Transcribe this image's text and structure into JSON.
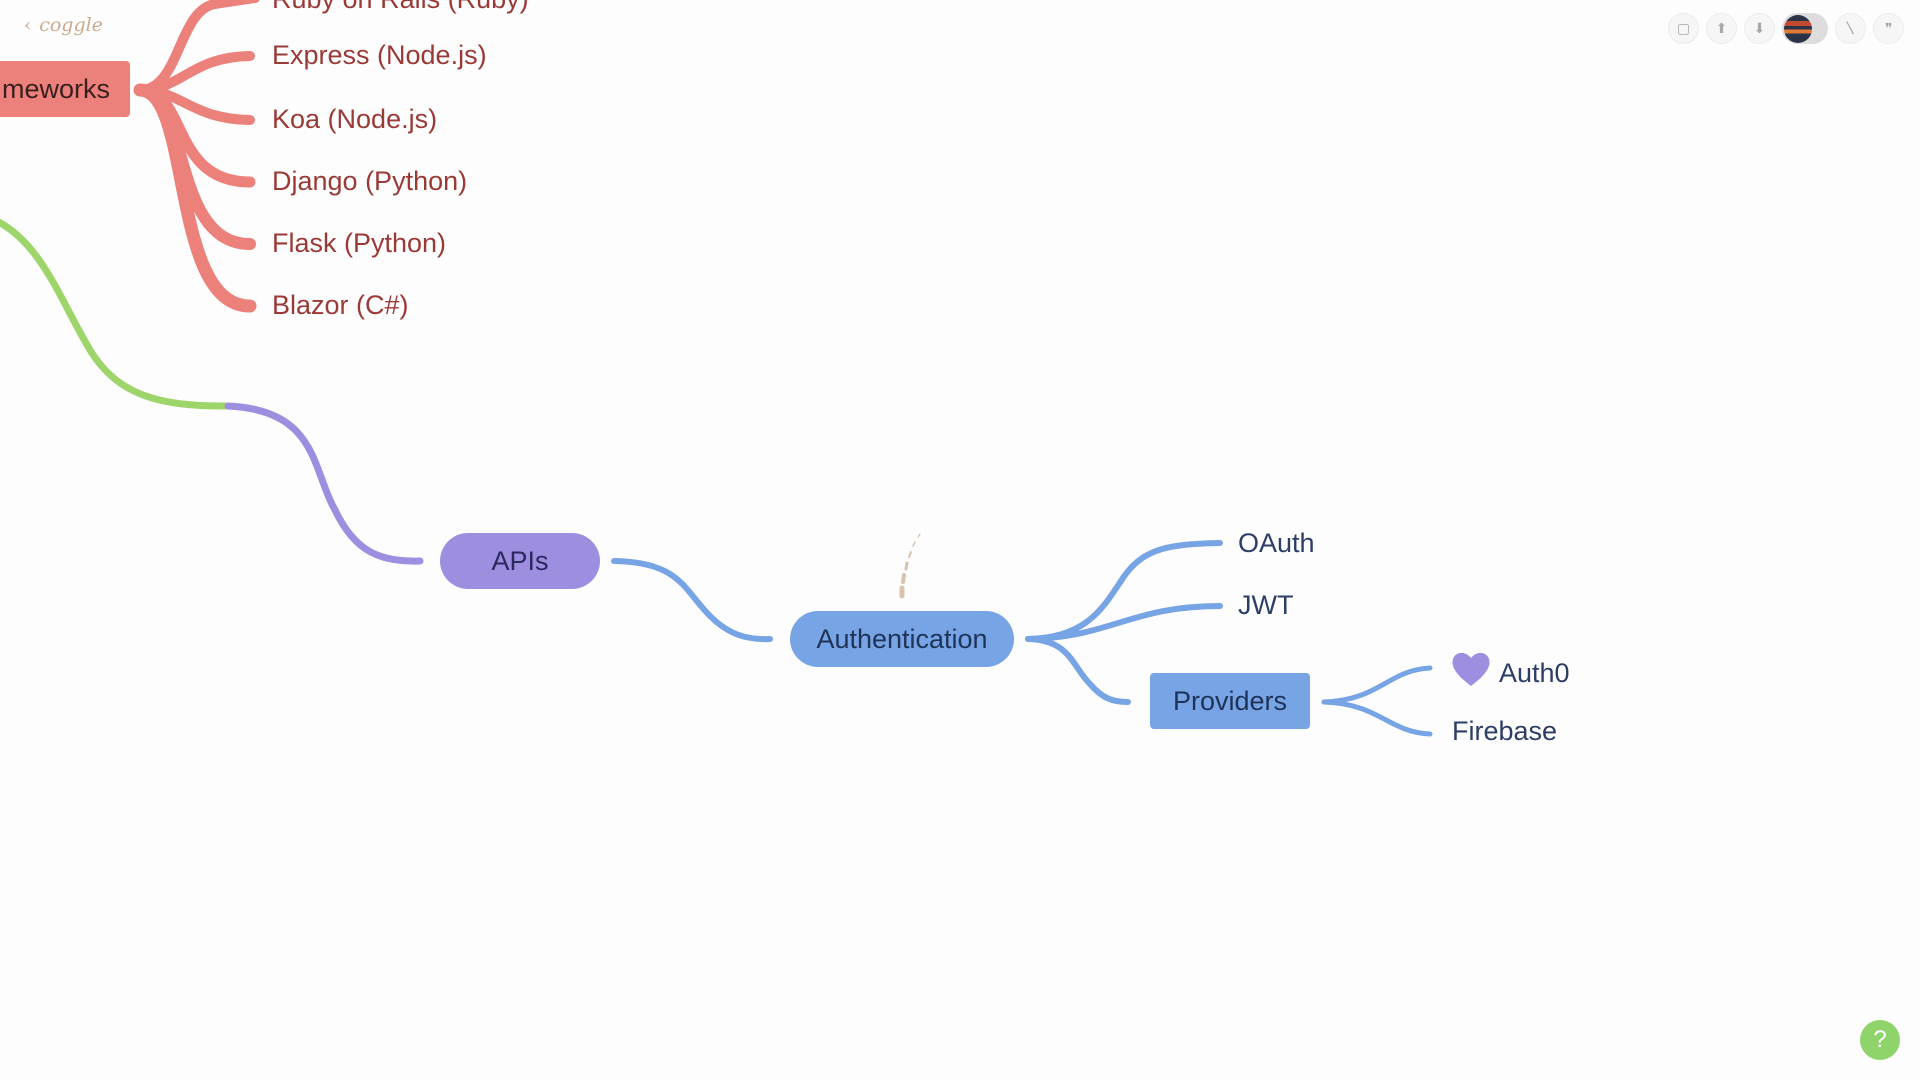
{
  "app": {
    "logo_text": "coggle",
    "back_glyph": "‹"
  },
  "toolbar": {
    "buttons": [
      {
        "name": "present",
        "icon": "presentation-icon",
        "glyph": "▢"
      },
      {
        "name": "upload",
        "icon": "upload-arrow-icon",
        "glyph": "⬆"
      },
      {
        "name": "download",
        "icon": "download-arrow-icon",
        "glyph": "⬇"
      },
      {
        "name": "user",
        "icon": "user-avatar-icon"
      },
      {
        "name": "undo",
        "icon": "history-icon",
        "glyph": "〵"
      },
      {
        "name": "comments",
        "icon": "quote-icon",
        "glyph": "❞"
      }
    ]
  },
  "mindmap": {
    "frameworks": {
      "label": "meworks",
      "color": "#ec807b",
      "children": [
        "Ruby on Rails (Ruby)",
        "Express (Node.js)",
        "Koa (Node.js)",
        "Django (Python)",
        "Flask (Python)",
        "Blazor (C#)"
      ]
    },
    "apis": {
      "label": "APIs",
      "color": "#9e8ee0"
    },
    "authentication": {
      "label": "Authentication",
      "color": "#77a4e5",
      "children": [
        "OAuth",
        "JWT"
      ]
    },
    "providers": {
      "label": "Providers",
      "color": "#77a4e5",
      "children": [
        "Auth0",
        "Firebase"
      ]
    },
    "colors": {
      "green_branch": "#9ed56a",
      "purple_branch": "#9e8ee0",
      "blue_branch": "#77a4e5",
      "red_branch": "#ec807b",
      "red_text": "#9a3a37",
      "blue_text": "#2c3e66",
      "heart": "#9e8ee0"
    }
  },
  "help": {
    "label": "?"
  }
}
